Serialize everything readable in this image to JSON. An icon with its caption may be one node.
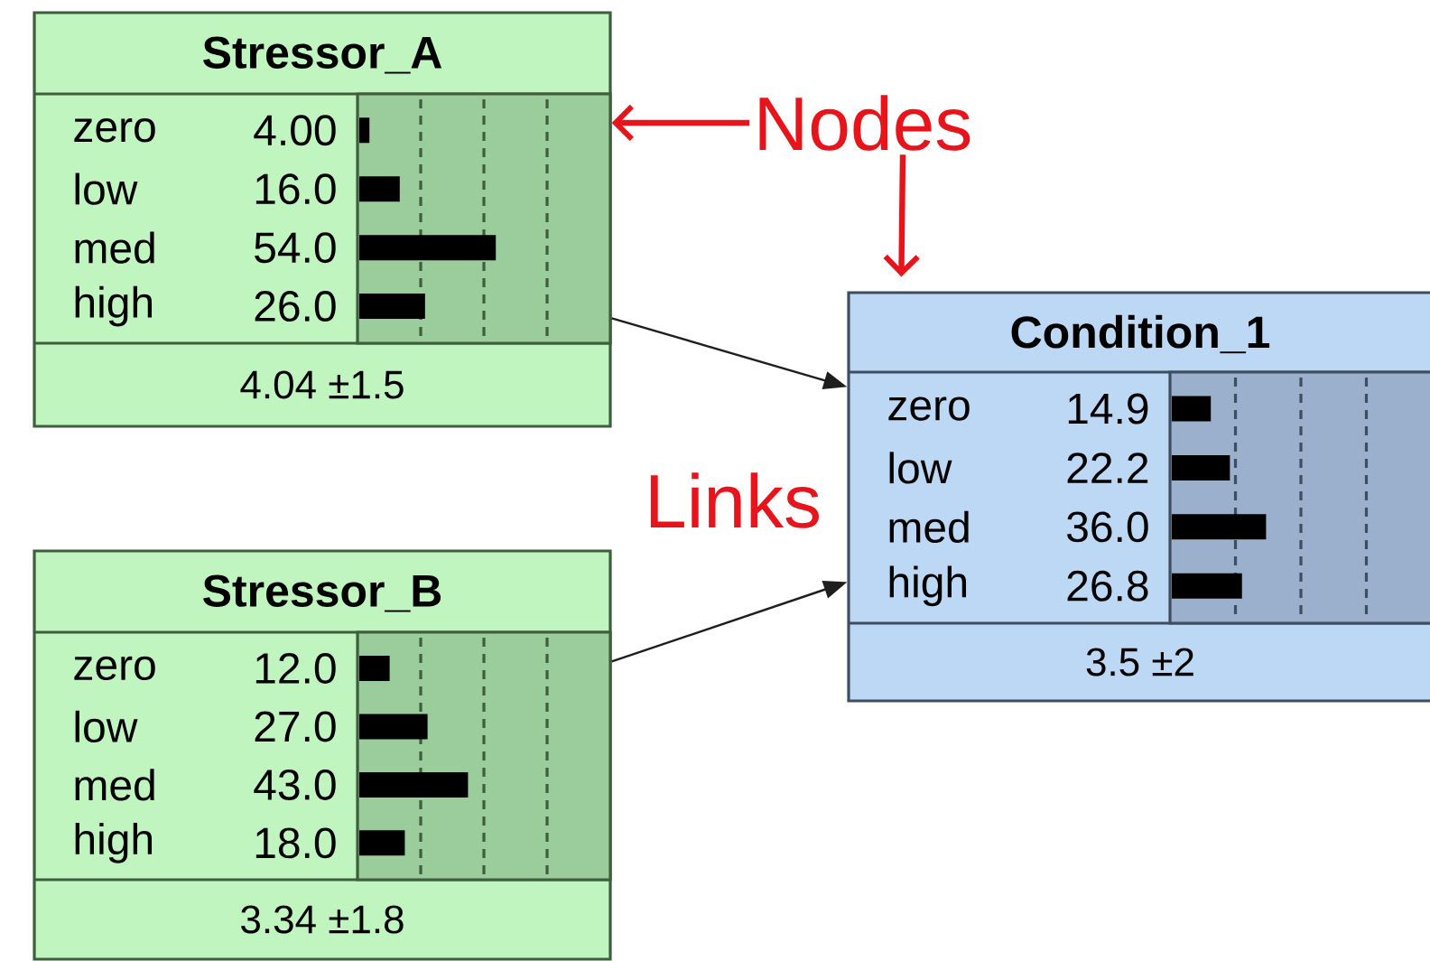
{
  "diagram": {
    "nodes": [
      {
        "text": [
          "Stressor_A",
          "zero",
          "4.00",
          "low",
          "16.0",
          "med",
          "54.0",
          "high",
          "26.0",
          "4.04 ±1.5"
        ]
      },
      {
        "text": [
          "Nodes"
        ]
      },
      {
        "text": [
          "Condition_1",
          "zero",
          "14.9",
          "low",
          "22.2",
          "med",
          "36.0",
          "high",
          "26.8",
          "3.5 ±2"
        ]
      },
      {
        "text": [
          "Stressor_B",
          "zero",
          "12.0",
          "low",
          "27.0",
          "med",
          "43.0",
          "high",
          "18.0",
          "3.34 ±1.8"
        ]
      }
    ],
    "edges": [
      {
        "from": 0,
        "to": 2,
        "arrow": "to"
      },
      {
        "from": 3,
        "to": 2,
        "arrow": "to"
      },
      {
        "from": 1,
        "to": 0,
        "arrow": "to",
        "style": "thick",
        "color": "#e8141b"
      },
      {
        "from": 1,
        "to": 2,
        "arrow": "to",
        "style": "thick",
        "color": "#e8141b"
      }
    ],
    "labels": [
      "Links"
    ]
  }
}
